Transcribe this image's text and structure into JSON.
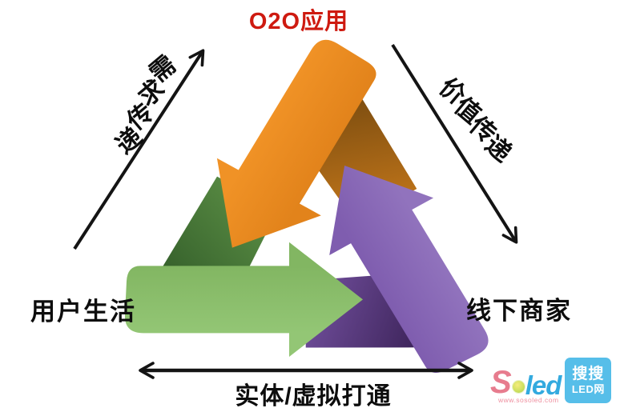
{
  "diagram": {
    "title": "O2O应用",
    "title_color": "#ce1a10",
    "left_node": "用户生活",
    "right_node": "线下商家",
    "bottom_edge_label": "实体/虚拟打通",
    "left_edge": {
      "label": "需求传递",
      "chars": [
        "需",
        "求",
        "传",
        "递"
      ]
    },
    "right_edge": {
      "label": "价值传递",
      "chars": [
        "价",
        "值",
        "传",
        "递"
      ]
    },
    "ribbon_colors": {
      "orange": "#e8891b",
      "green": "#8abd6c",
      "purple": "#8968b7",
      "dark_orange": "#7c4d10",
      "dark_green": "#35602b",
      "dark_purple": "#3c2359"
    },
    "line_color": "#141414"
  },
  "logo": {
    "s": "S",
    "led": "led",
    "url": "www.sosoled.com",
    "badge_top": "搜搜",
    "badge_bottom": "LED网",
    "badge_color": "#56bee9"
  }
}
